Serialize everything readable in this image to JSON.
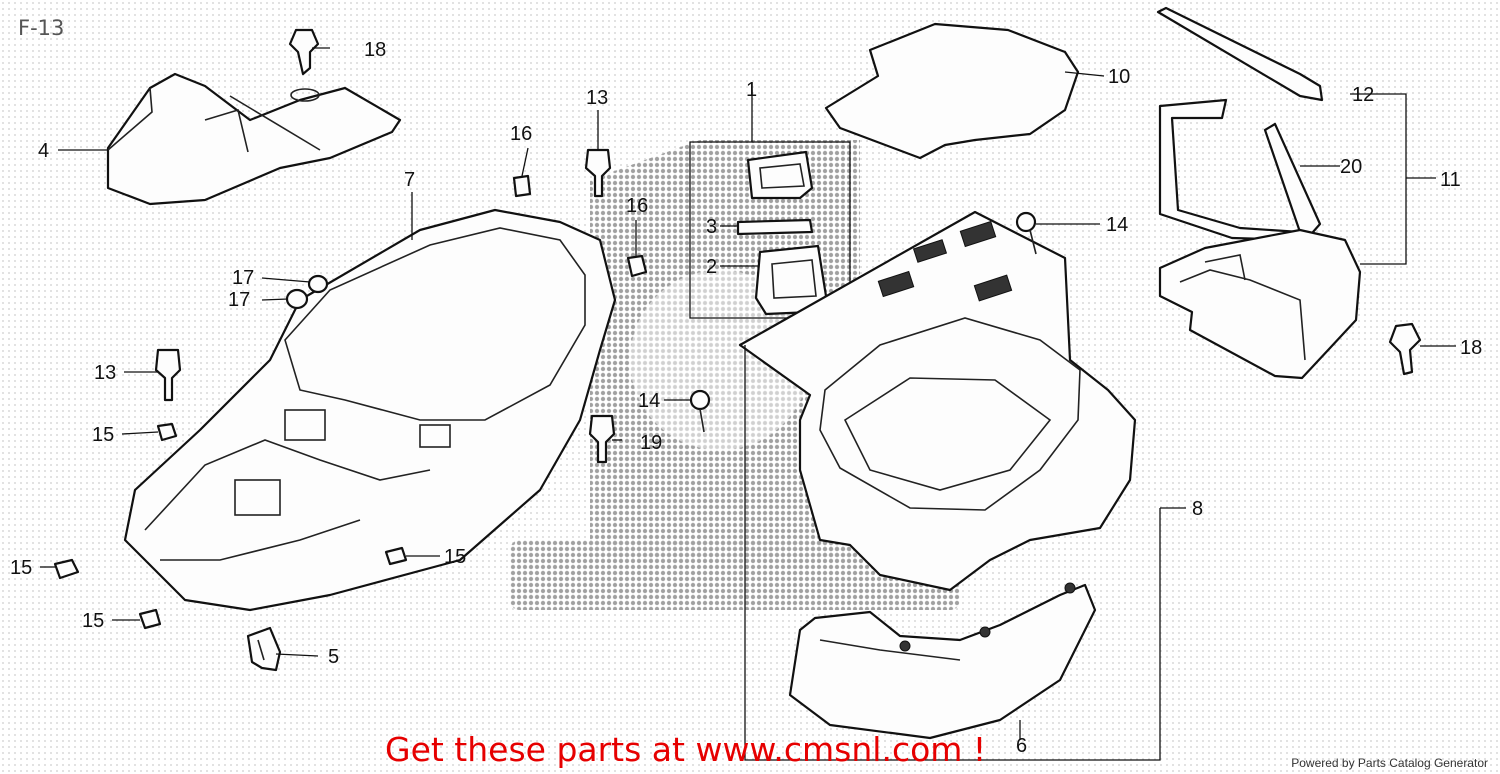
{
  "title": "F-13",
  "banner": "Get these parts at www.cmsnl.com !",
  "footer": "Powered by Parts Catalog Generator",
  "colors": {
    "banner": "#e60000",
    "line_art": "#111111",
    "watermark": "#9a9a9a"
  },
  "callouts": {
    "c1": "1",
    "c2": "2",
    "c3": "3",
    "c4": "4",
    "c5": "5",
    "c6": "6",
    "c7": "7",
    "c8": "8",
    "c10": "10",
    "c11": "11",
    "c12": "12",
    "c20": "20",
    "c13a": "13",
    "c13b": "13",
    "c14a": "14",
    "c14b": "14",
    "c15a": "15",
    "c15b": "15",
    "c15c": "15",
    "c15d": "15",
    "c16a": "16",
    "c16b": "16",
    "c17a": "17",
    "c17b": "17",
    "c18a": "18",
    "c18b": "18",
    "c19": "19"
  }
}
